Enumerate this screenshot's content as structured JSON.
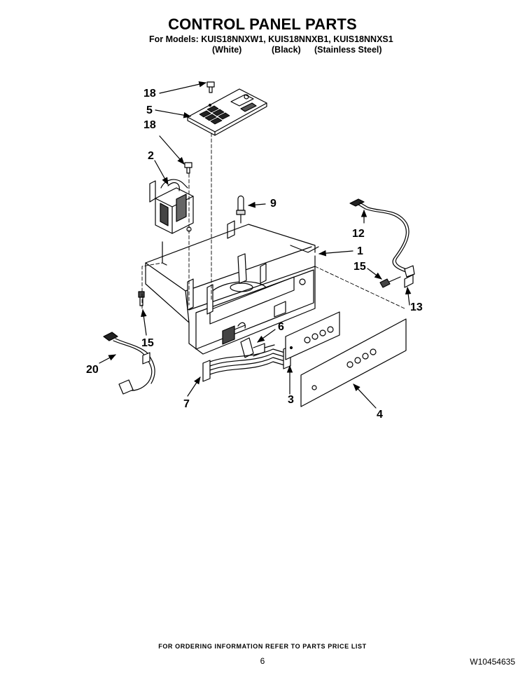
{
  "header": {
    "title": "CONTROL PANEL PARTS",
    "models_line": "For Models: KUIS18NNXW1, KUIS18NNXB1, KUIS18NNXS1",
    "variants": [
      "(White)",
      "(Black)",
      "(Stainless Steel)"
    ]
  },
  "callouts": {
    "c18a": "18",
    "c5": "5",
    "c18b": "18",
    "c2": "2",
    "c9": "9",
    "c12": "12",
    "c1": "1",
    "c15a": "15",
    "c13": "13",
    "c15b": "15",
    "c6": "6",
    "c20": "20",
    "c7": "7",
    "c3": "3",
    "c4": "4"
  },
  "footer": {
    "ordering_note": "FOR ORDERING INFORMATION REFER TO PARTS PRICE LIST",
    "page_number": "6",
    "doc_number": "W10454635"
  }
}
